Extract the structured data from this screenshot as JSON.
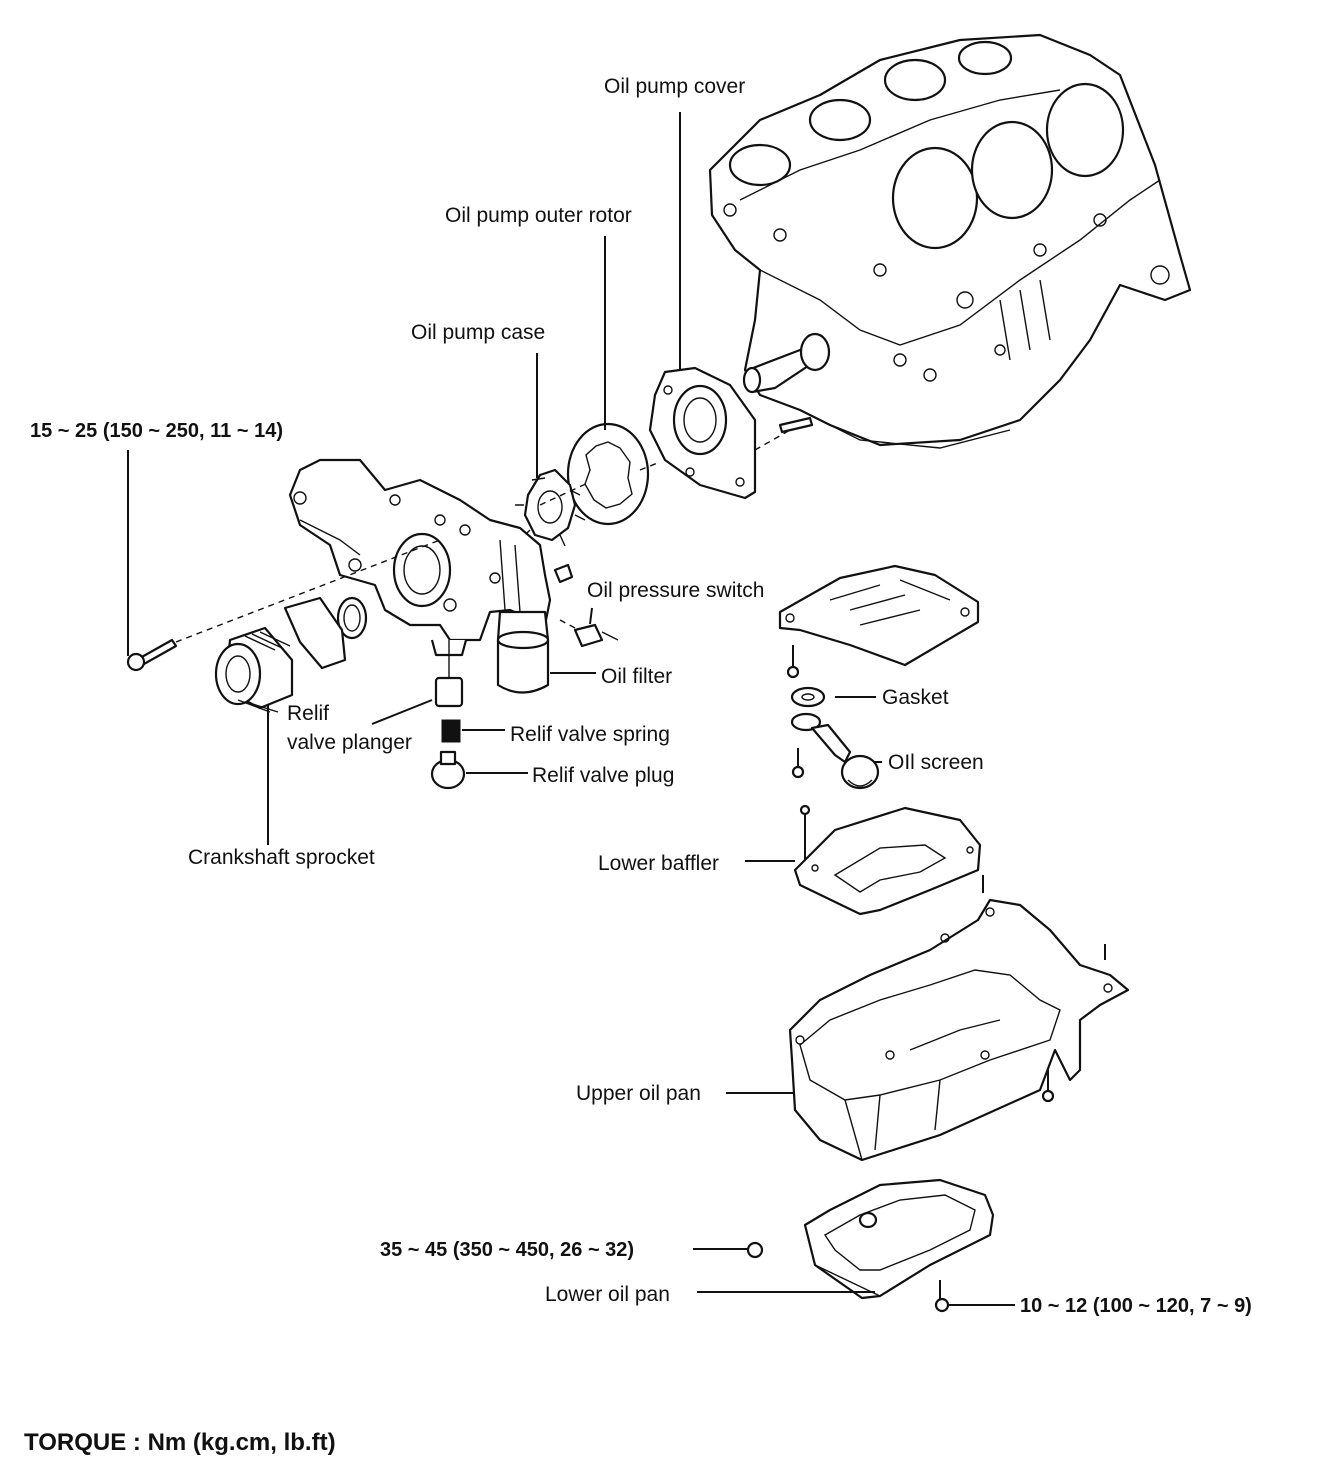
{
  "labels": {
    "oil_pump_cover": "Oil pump cover",
    "oil_pump_outer_rotor": "Oil pump outer rotor",
    "oil_pump_case": "Oil pump case",
    "oil_pressure_switch": "Oil pressure switch",
    "oil_filter": "Oil filter",
    "gasket": "Gasket",
    "oil_screen": "OIl screen",
    "relif_line1": "Relif",
    "relif_line2": "valve planger",
    "relif_valve_spring": "Relif valve spring",
    "relif_valve_plug": "Relif valve plug",
    "crankshaft_sprocket": "Crankshaft sprocket",
    "lower_baffler": "Lower baffler",
    "upper_oil_pan": "Upper oil pan",
    "lower_oil_pan": "Lower oil pan"
  },
  "torques": {
    "pump_bolt": "15 ~ 25 (150 ~ 250, 11 ~ 14)",
    "drain_plug": "35 ~ 45 (350 ~ 450, 26 ~ 32)",
    "pan_bolt": "10 ~ 12 (100 ~ 120, 7 ~ 9)"
  },
  "footer": "TORQUE : Nm (kg.cm, lb.ft)"
}
